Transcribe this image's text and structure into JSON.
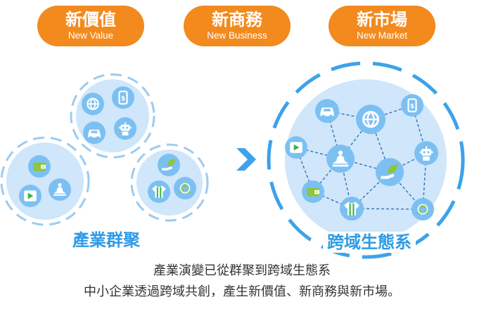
{
  "headers": [
    {
      "zh": "新價值",
      "en": "New Value"
    },
    {
      "zh": "新商務",
      "en": "New Business"
    },
    {
      "zh": "新市場",
      "en": "New Market"
    }
  ],
  "labels": {
    "cluster": "產業群聚",
    "ecosystem": "跨域生態系"
  },
  "caption": {
    "line1": "產業演變已從群聚到跨域生態系",
    "line2": "中小企業透過跨域共創，產生新價值、新商務與新市場。"
  },
  "colors": {
    "orange": "#f28a1e",
    "blue": "#2e9be6",
    "light_blue": "#cfe6fb",
    "icon_bg": "#7cc0f2",
    "icon_fg": "#ffffff",
    "arrow": "#3da2ea"
  },
  "icons": {
    "cluster_top": [
      "globe-icon",
      "phone-dollar-icon",
      "car-icon",
      "robot-icon"
    ],
    "cluster_left": [
      "wallet-icon",
      "video-play-icon",
      "meditation-icon"
    ],
    "cluster_right": [
      "hand-leaf-icon",
      "shirt-icon",
      "recycle-icon"
    ],
    "ecosystem": [
      "car-icon",
      "globe-icon",
      "phone-dollar-icon",
      "video-play-icon",
      "meditation-icon",
      "robot-icon",
      "hand-leaf-icon",
      "wallet-icon",
      "shirt-icon",
      "recycle-icon"
    ]
  }
}
